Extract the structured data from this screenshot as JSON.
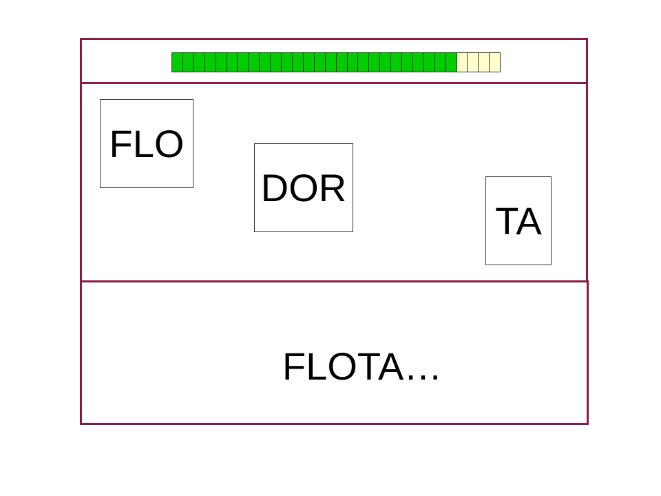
{
  "progress": {
    "total_segments": 30,
    "filled_segments": 26,
    "filled_color": "#00cc00",
    "empty_color": "#ffffcc"
  },
  "cards": [
    {
      "label": "FLO"
    },
    {
      "label": "DOR"
    },
    {
      "label": "TA"
    }
  ],
  "answer": {
    "text": "FLOTA…"
  },
  "colors": {
    "frame": "#8b1a3c"
  }
}
